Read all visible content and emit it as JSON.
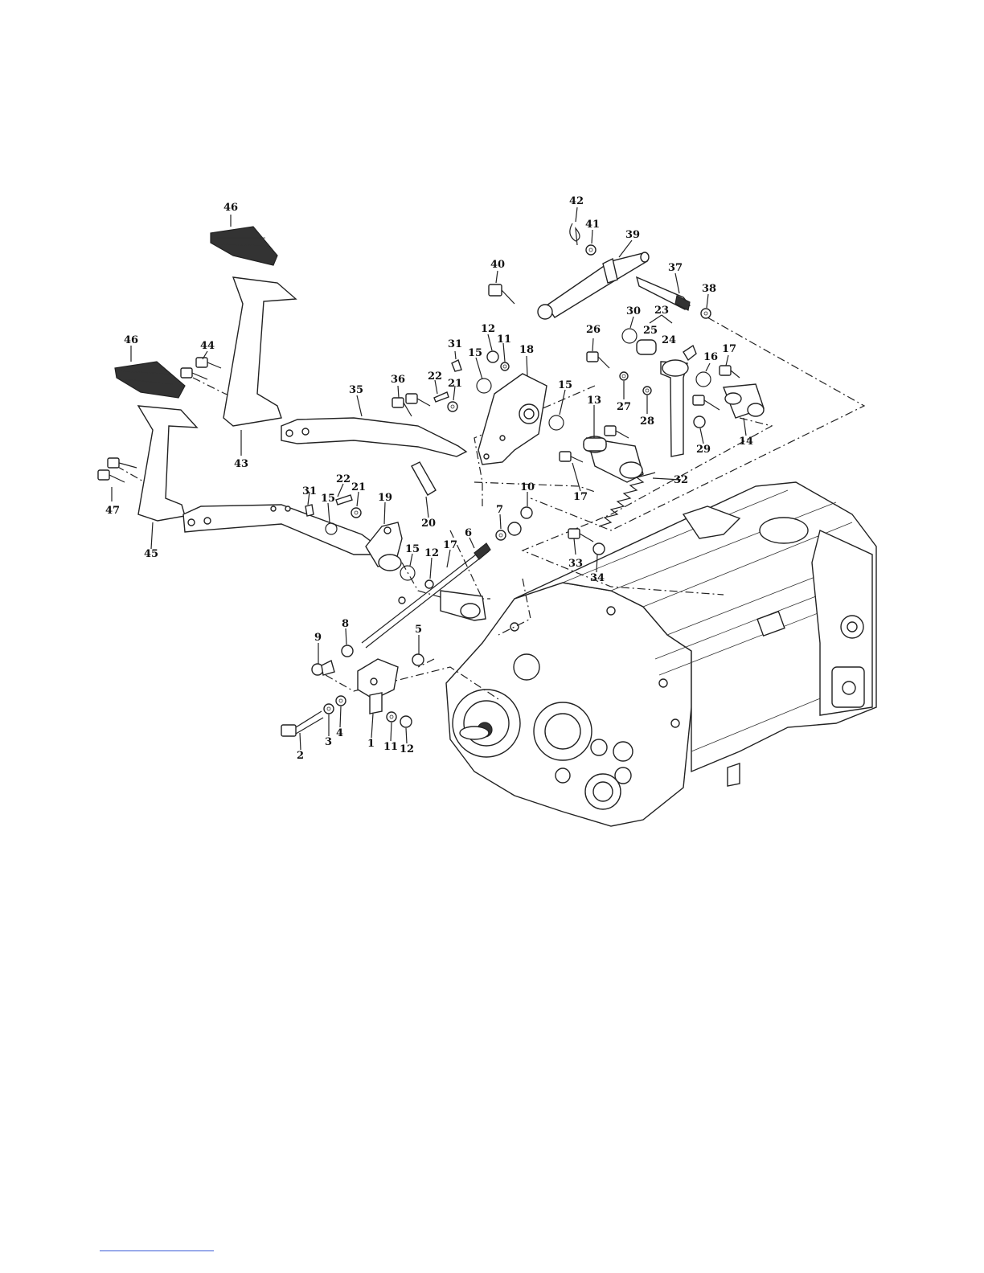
{
  "diagram": {
    "callouts": [
      "1",
      "2",
      "3",
      "4",
      "5",
      "6",
      "7",
      "8",
      "9",
      "10",
      "11",
      "12",
      "13",
      "14",
      "15",
      "16",
      "17",
      "18",
      "19",
      "20",
      "21",
      "22",
      "23",
      "24",
      "25",
      "26",
      "27",
      "28",
      "29",
      "30",
      "31",
      "32",
      "33",
      "34",
      "35",
      "36",
      "37",
      "38",
      "39",
      "40",
      "41",
      "42",
      "43",
      "44",
      "45",
      "46",
      "47"
    ]
  },
  "colors": {
    "ink": "#222222",
    "footer_rule": "#3a5bd6"
  }
}
